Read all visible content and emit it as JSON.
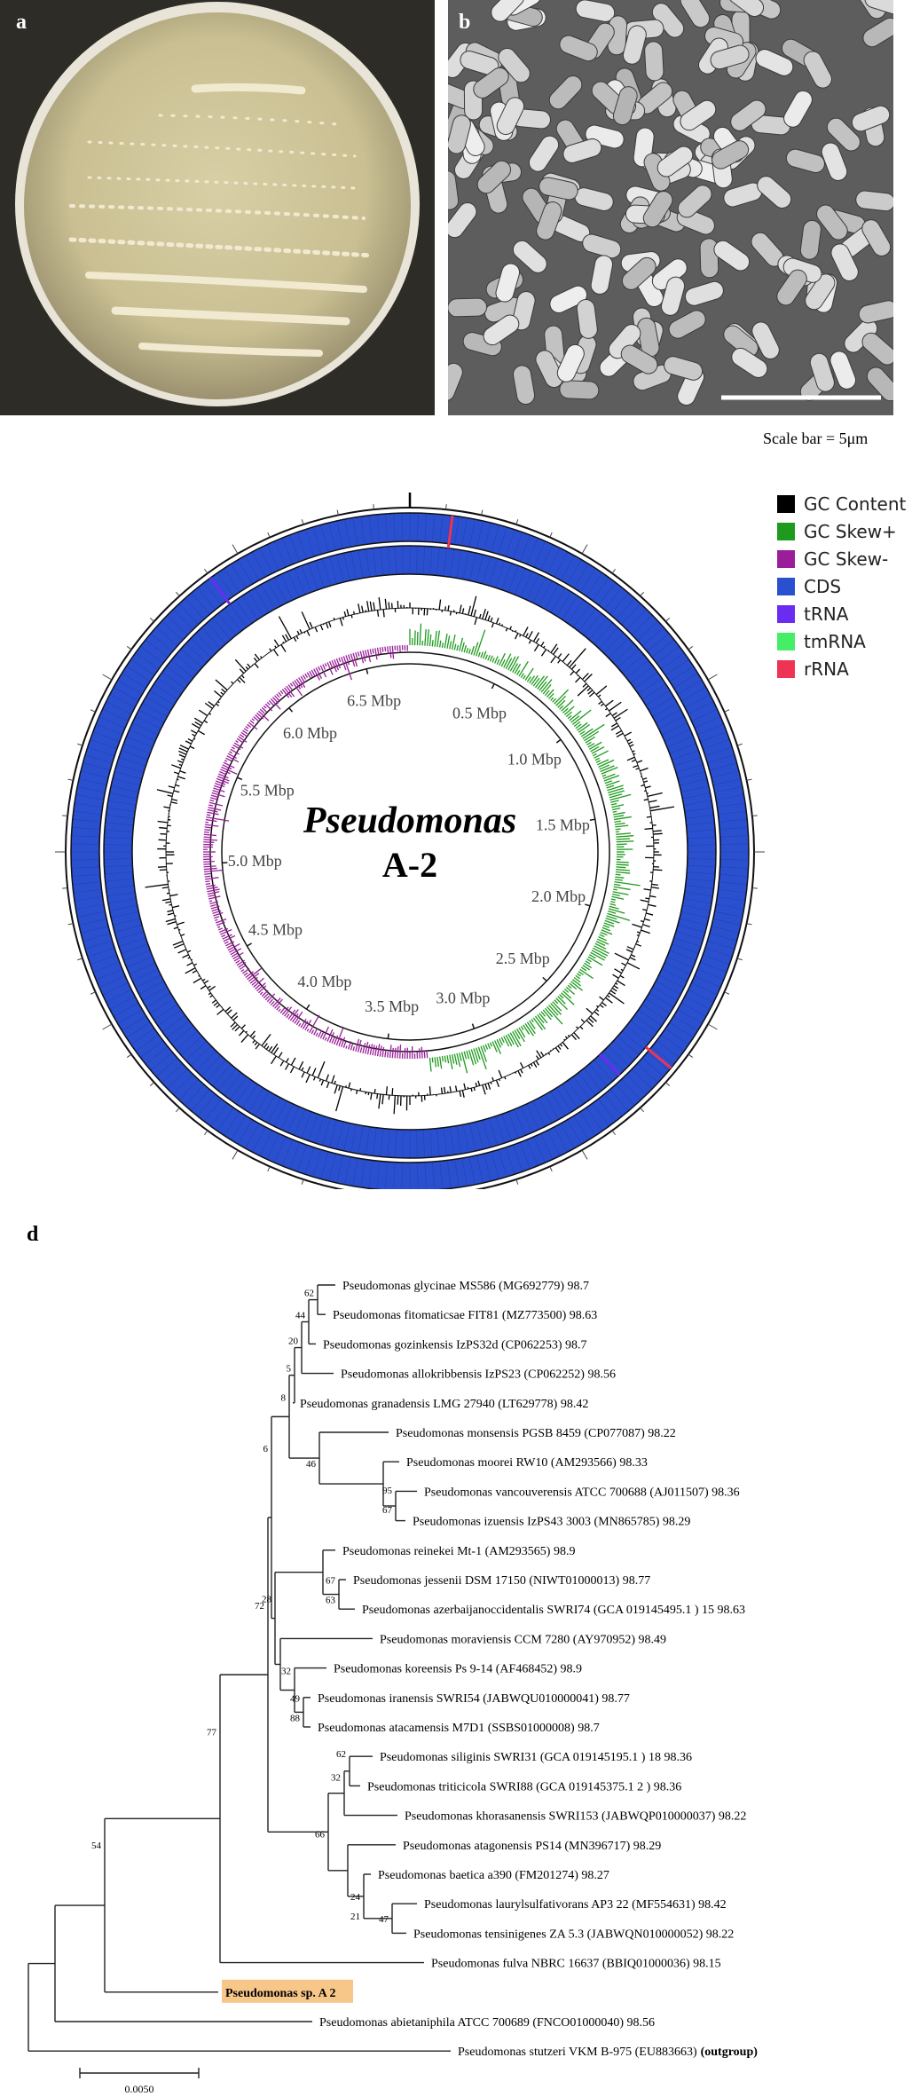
{
  "panel_a": {
    "label": "a"
  },
  "panel_b": {
    "label": "b"
  },
  "scale_caption": "Scale bar = 5μm",
  "genome_map": {
    "title": "Pseudomonas",
    "strain": "A-2",
    "ticks": [
      "0.5 Mbp",
      "1.0 Mbp",
      "1.5 Mbp",
      "2.0 Mbp",
      "2.5 Mbp",
      "3.0 Mbp",
      "3.5 Mbp",
      "4.0 Mbp",
      "4.5 Mbp",
      "5.0 Mbp",
      "5.5 Mbp",
      "6.0 Mbp",
      "6.5 Mbp"
    ],
    "genome_size_mbp": 6.75,
    "legend": [
      {
        "label": "GC Content",
        "color": "#000000"
      },
      {
        "label": "GC Skew+",
        "color": "#1e9a1e"
      },
      {
        "label": "GC Skew-",
        "color": "#9a1e9a"
      },
      {
        "label": "CDS",
        "color": "#2a50d0"
      },
      {
        "label": "tRNA",
        "color": "#6a2cf0"
      },
      {
        "label": "tmRNA",
        "color": "#44ee66"
      },
      {
        "label": "rRNA",
        "color": "#ee3355"
      }
    ]
  },
  "tree": {
    "label": "d",
    "taxa": [
      {
        "name": "Pseudomonas glycinae MS586 (MG692779) 98.7"
      },
      {
        "name": "Pseudomonas fitomaticsae FIT81 (MZ773500) 98.63"
      },
      {
        "name": "Pseudomonas gozinkensis IzPS32d (CP062253) 98.7"
      },
      {
        "name": "Pseudomonas allokribbensis IzPS23 (CP062252) 98.56"
      },
      {
        "name": "Pseudomonas granadensis LMG 27940 (LT629778) 98.42"
      },
      {
        "name": "Pseudomonas monsensis PGSB 8459 (CP077087) 98.22"
      },
      {
        "name": "Pseudomonas moorei RW10 (AM293566) 98.33"
      },
      {
        "name": "Pseudomonas vancouverensis ATCC 700688 (AJ011507) 98.36"
      },
      {
        "name": "Pseudomonas izuensis IzPS43 3003 (MN865785) 98.29"
      },
      {
        "name": "Pseudomonas reinekei Mt-1 (AM293565) 98.9"
      },
      {
        "name": "Pseudomonas jessenii DSM 17150 (NIWT01000013) 98.77"
      },
      {
        "name": "Pseudomonas azerbaijanoccidentalis SWRI74 (GCA 019145495.1 ) 15 98.63"
      },
      {
        "name": "Pseudomonas moraviensis CCM 7280 (AY970952) 98.49"
      },
      {
        "name": "Pseudomonas koreensis Ps 9-14 (AF468452) 98.9"
      },
      {
        "name": "Pseudomonas iranensis SWRI54 (JABWQU010000041) 98.77"
      },
      {
        "name": "Pseudomonas atacamensis M7D1 (SSBS01000008) 98.7"
      },
      {
        "name": "Pseudomonas siliginis SWRI31 (GCA 019145195.1 ) 18 98.36"
      },
      {
        "name": "Pseudomonas triticicola SWRI88 (GCA 019145375.1 2 ) 98.36"
      },
      {
        "name": "Pseudomonas khorasanensis SWRI153 (JABWQP010000037) 98.22"
      },
      {
        "name": "Pseudomonas atagonensis PS14 (MN396717) 98.29"
      },
      {
        "name": "Pseudomonas baetica a390 (FM201274) 98.27"
      },
      {
        "name": "Pseudomonas laurylsulfativorans AP3 22 (MF554631) 98.42"
      },
      {
        "name": "Pseudomonas tensinigenes ZA 5.3 (JABWQN010000052) 98.22"
      },
      {
        "name": "Pseudomonas fulva NBRC 16637 (BBIQ01000036) 98.15"
      },
      {
        "name": "Pseudomonas sp. A 2",
        "highlight": true
      },
      {
        "name": "Pseudomonas abietaniphila ATCC 700689 (FNCO01000040) 98.56"
      },
      {
        "name": "Pseudomonas stutzeri VKM B-975 (EU883663)",
        "suffix": "(outgroup)"
      }
    ],
    "bootstrap": [
      "62",
      "44",
      "20",
      "5",
      "8",
      "46",
      "95",
      "67",
      "6",
      "28",
      "67",
      "63",
      "32",
      "49",
      "88",
      "72",
      "62",
      "32",
      "66",
      "24",
      "21",
      "47",
      "77",
      "54"
    ],
    "scale_label": "0.0050",
    "highlight_color": "#f7c78a"
  }
}
